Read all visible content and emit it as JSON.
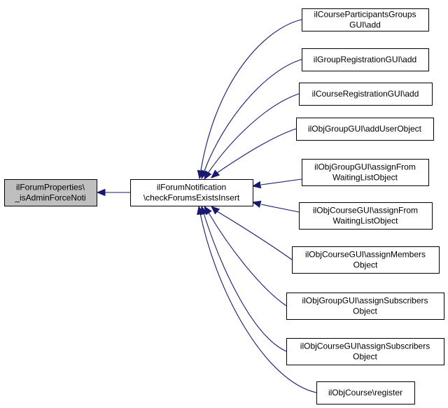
{
  "nodes": [
    {
      "id": "root",
      "lines": [
        "ilForumProperties\\",
        "_isAdminForceNoti"
      ],
      "highlight": true
    },
    {
      "id": "center",
      "lines": [
        "ilForumNotification",
        "\\checkForumsExistsInsert"
      ]
    },
    {
      "id": "c1",
      "lines": [
        "ilCourseParticipantsGroups",
        "GUI\\add"
      ]
    },
    {
      "id": "c2",
      "lines": [
        "ilGroupRegistrationGUI\\add"
      ]
    },
    {
      "id": "c3",
      "lines": [
        "ilCourseRegistrationGUI\\add"
      ]
    },
    {
      "id": "c4",
      "lines": [
        "ilObjGroupGUI\\addUserObject"
      ]
    },
    {
      "id": "c5",
      "lines": [
        "ilObjGroupGUI\\assignFrom",
        "WaitingListObject"
      ]
    },
    {
      "id": "c6",
      "lines": [
        "ilObjCourseGUI\\assignFrom",
        "WaitingListObject"
      ]
    },
    {
      "id": "c7",
      "lines": [
        "ilObjCourseGUI\\assignMembers",
        "Object"
      ]
    },
    {
      "id": "c8",
      "lines": [
        "ilObjGroupGUI\\assignSubscribers",
        "Object"
      ]
    },
    {
      "id": "c9",
      "lines": [
        "ilObjCourseGUI\\assignSubscribers",
        "Object"
      ]
    },
    {
      "id": "c10",
      "lines": [
        "ilObjCourse\\register"
      ]
    }
  ],
  "edges": [
    {
      "from": "center",
      "to": "root"
    },
    {
      "from": "c1",
      "to": "center"
    },
    {
      "from": "c2",
      "to": "center"
    },
    {
      "from": "c3",
      "to": "center"
    },
    {
      "from": "c4",
      "to": "center"
    },
    {
      "from": "c5",
      "to": "center"
    },
    {
      "from": "c6",
      "to": "center"
    },
    {
      "from": "c7",
      "to": "center"
    },
    {
      "from": "c8",
      "to": "center"
    },
    {
      "from": "c9",
      "to": "center"
    },
    {
      "from": "c10",
      "to": "center"
    }
  ],
  "colors": {
    "edge": "#191970",
    "root_fill": "#bfbfbf",
    "node_fill": "#ffffff"
  }
}
